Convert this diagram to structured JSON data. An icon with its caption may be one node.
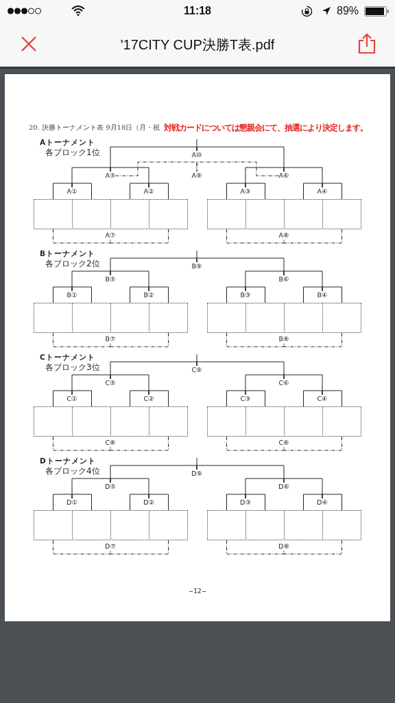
{
  "diagram": {
    "title": "'17CITY CUP決勝T表.pdf",
    "nodes": [
      {
        "text": [
          "A⑩"
        ]
      },
      {
        "text": [
          "A⑤"
        ]
      },
      {
        "text": [
          "A⑨"
        ]
      },
      {
        "text": [
          "A⑥"
        ]
      },
      {
        "text": [
          "A①"
        ]
      },
      {
        "text": [
          "A②"
        ]
      },
      {
        "text": [
          "A③"
        ]
      },
      {
        "text": [
          "A④"
        ]
      },
      {
        "text": [],
        "shape": "box"
      },
      {
        "text": [],
        "shape": "box"
      },
      {
        "text": [],
        "shape": "box"
      },
      {
        "text": [],
        "shape": "box"
      },
      {
        "text": [],
        "shape": "box"
      },
      {
        "text": [],
        "shape": "box"
      },
      {
        "text": [],
        "shape": "box"
      },
      {
        "text": [],
        "shape": "box"
      },
      {
        "text": [
          "A⑦"
        ]
      },
      {
        "text": [
          "A⑧"
        ]
      },
      {
        "text": [
          "B⑨"
        ]
      },
      {
        "text": [
          "B⑤"
        ]
      },
      {
        "text": [
          "B⑥"
        ]
      },
      {
        "text": [
          "B①"
        ]
      },
      {
        "text": [
          "B②"
        ]
      },
      {
        "text": [
          "B③"
        ]
      },
      {
        "text": [
          "B④"
        ]
      },
      {
        "text": [],
        "shape": "box"
      },
      {
        "text": [],
        "shape": "box"
      },
      {
        "text": [],
        "shape": "box"
      },
      {
        "text": [],
        "shape": "box"
      },
      {
        "text": [],
        "shape": "box"
      },
      {
        "text": [],
        "shape": "box"
      },
      {
        "text": [],
        "shape": "box"
      },
      {
        "text": [],
        "shape": "box"
      },
      {
        "text": [
          "B⑦"
        ]
      },
      {
        "text": [
          "B⑧"
        ]
      },
      {
        "text": [
          "C⑨"
        ]
      },
      {
        "text": [
          "C⑤"
        ]
      },
      {
        "text": [
          "C⑥"
        ]
      },
      {
        "text": [
          "C①"
        ]
      },
      {
        "text": [
          "C②"
        ]
      },
      {
        "text": [
          "C③"
        ]
      },
      {
        "text": [
          "C④"
        ]
      },
      {
        "text": [],
        "shape": "box"
      },
      {
        "text": [],
        "shape": "box"
      },
      {
        "text": [],
        "shape": "box"
      },
      {
        "text": [],
        "shape": "box"
      },
      {
        "text": [],
        "shape": "box"
      },
      {
        "text": [],
        "shape": "box"
      },
      {
        "text": [],
        "shape": "box"
      },
      {
        "text": [],
        "shape": "box"
      },
      {
        "text": [
          "C⑧"
        ]
      },
      {
        "text": [
          "C⑧"
        ]
      },
      {
        "text": [
          "D⑨"
        ]
      },
      {
        "text": [
          "D⑤"
        ]
      },
      {
        "text": [
          "D⑥"
        ]
      },
      {
        "text": [
          "D①"
        ]
      },
      {
        "text": [
          "D②"
        ]
      },
      {
        "text": [
          "D③"
        ]
      },
      {
        "text": [
          "D④"
        ]
      },
      {
        "text": [],
        "shape": "box"
      },
      {
        "text": [],
        "shape": "box"
      },
      {
        "text": [],
        "shape": "box"
      },
      {
        "text": [],
        "shape": "box"
      },
      {
        "text": [],
        "shape": "box"
      },
      {
        "text": [],
        "shape": "box"
      },
      {
        "text": [],
        "shape": "box"
      },
      {
        "text": [],
        "shape": "box"
      },
      {
        "text": [
          "D⑦"
        ]
      },
      {
        "text": [
          "D⑧"
        ]
      }
    ],
    "edges": [
      {
        "from": 0,
        "to": null,
        "arrow": "none"
      },
      {
        "from": 8,
        "to": 4,
        "arrow": "none"
      },
      {
        "from": 9,
        "to": 4,
        "arrow": "none"
      },
      {
        "from": 10,
        "to": 5,
        "arrow": "none"
      },
      {
        "from": 11,
        "to": 5,
        "arrow": "none"
      },
      {
        "from": 12,
        "to": 6,
        "arrow": "none"
      },
      {
        "from": 13,
        "to": 6,
        "arrow": "none"
      },
      {
        "from": 14,
        "to": 7,
        "arrow": "none"
      },
      {
        "from": 15,
        "to": 7,
        "arrow": "none"
      },
      {
        "from": 4,
        "to": 1,
        "arrow": "none"
      },
      {
        "from": 5,
        "to": 1,
        "arrow": "none"
      },
      {
        "from": 6,
        "to": 3,
        "arrow": "none"
      },
      {
        "from": 7,
        "to": 3,
        "arrow": "none"
      },
      {
        "from": 1,
        "to": 0,
        "arrow": "none"
      },
      {
        "from": 3,
        "to": 0,
        "arrow": "none"
      },
      {
        "from": 1,
        "to": 2,
        "arrow": "none",
        "style": "dashed"
      },
      {
        "from": 3,
        "to": 2,
        "arrow": "none",
        "style": "dashed"
      },
      {
        "from": 8,
        "to": 16,
        "arrow": "none",
        "style": "dashed"
      },
      {
        "from": 11,
        "to": 16,
        "arrow": "none",
        "style": "dashed"
      },
      {
        "from": 12,
        "to": 17,
        "arrow": "none",
        "style": "dashed"
      },
      {
        "from": 15,
        "to": 17,
        "arrow": "none",
        "style": "dashed"
      },
      {
        "from": 18,
        "to": null,
        "arrow": "none"
      },
      {
        "from": 25,
        "to": 21,
        "arrow": "none"
      },
      {
        "from": 26,
        "to": 21,
        "arrow": "none"
      },
      {
        "from": 27,
        "to": 22,
        "arrow": "none"
      },
      {
        "from": 28,
        "to": 22,
        "arrow": "none"
      },
      {
        "from": 29,
        "to": 23,
        "arrow": "none"
      },
      {
        "from": 30,
        "to": 23,
        "arrow": "none"
      },
      {
        "from": 31,
        "to": 24,
        "arrow": "none"
      },
      {
        "from": 32,
        "to": 24,
        "arrow": "none"
      },
      {
        "from": 21,
        "to": 19,
        "arrow": "none"
      },
      {
        "from": 22,
        "to": 19,
        "arrow": "none"
      },
      {
        "from": 23,
        "to": 20,
        "arrow": "none"
      },
      {
        "from": 24,
        "to": 20,
        "arrow": "none"
      },
      {
        "from": 19,
        "to": 18,
        "arrow": "none"
      },
      {
        "from": 20,
        "to": 18,
        "arrow": "none"
      },
      {
        "from": 25,
        "to": 33,
        "arrow": "none",
        "style": "dashed"
      },
      {
        "from": 28,
        "to": 33,
        "arrow": "none",
        "style": "dashed"
      },
      {
        "from": 29,
        "to": 34,
        "arrow": "none",
        "style": "dashed"
      },
      {
        "from": 32,
        "to": 34,
        "arrow": "none",
        "style": "dashed"
      },
      {
        "from": 35,
        "to": null,
        "arrow": "none"
      },
      {
        "from": 42,
        "to": 38,
        "arrow": "none"
      },
      {
        "from": 43,
        "to": 38,
        "arrow": "none"
      },
      {
        "from": 44,
        "to": 39,
        "arrow": "none"
      },
      {
        "from": 45,
        "to": 39,
        "arrow": "none"
      },
      {
        "from": 46,
        "to": 40,
        "arrow": "none"
      },
      {
        "from": 47,
        "to": 40,
        "arrow": "none"
      },
      {
        "from": 48,
        "to": 41,
        "arrow": "none"
      },
      {
        "from": 49,
        "to": 41,
        "arrow": "none"
      },
      {
        "from": 38,
        "to": 36,
        "arrow": "none"
      },
      {
        "from": 39,
        "to": 36,
        "arrow": "none"
      },
      {
        "from": 40,
        "to": 37,
        "arrow": "none"
      },
      {
        "from": 41,
        "to": 37,
        "arrow": "none"
      },
      {
        "from": 36,
        "to": 35,
        "arrow": "none"
      },
      {
        "from": 37,
        "to": 35,
        "arrow": "none"
      },
      {
        "from": 42,
        "to": 50,
        "arrow": "none",
        "style": "dashed"
      },
      {
        "from": 45,
        "to": 50,
        "arrow": "none",
        "style": "dashed"
      },
      {
        "from": 46,
        "to": 51,
        "arrow": "none",
        "style": "dashed"
      },
      {
        "from": 49,
        "to": 51,
        "arrow": "none",
        "style": "dashed"
      },
      {
        "from": 52,
        "to": null,
        "arrow": "none"
      },
      {
        "from": 59,
        "to": 55,
        "arrow": "none"
      },
      {
        "from": 60,
        "to": 55,
        "arrow": "none"
      },
      {
        "from": 61,
        "to": 56,
        "arrow": "none"
      },
      {
        "from": 62,
        "to": 56,
        "arrow": "none"
      },
      {
        "from": 63,
        "to": 57,
        "arrow": "none"
      },
      {
        "from": 64,
        "to": 57,
        "arrow": "none"
      },
      {
        "from": 65,
        "to": 58,
        "arrow": "none"
      },
      {
        "from": 66,
        "to": 58,
        "arrow": "none"
      },
      {
        "from": 55,
        "to": 53,
        "arrow": "none"
      },
      {
        "from": 56,
        "to": 53,
        "arrow": "none"
      },
      {
        "from": 57,
        "to": 54,
        "arrow": "none"
      },
      {
        "from": 58,
        "to": 54,
        "arrow": "none"
      },
      {
        "from": 53,
        "to": 52,
        "arrow": "none"
      },
      {
        "from": 54,
        "to": 52,
        "arrow": "none"
      },
      {
        "from": 59,
        "to": 67,
        "arrow": "none",
        "style": "dashed"
      },
      {
        "from": 62,
        "to": 67,
        "arrow": "none",
        "style": "dashed"
      },
      {
        "from": 63,
        "to": 68,
        "arrow": "none",
        "style": "dashed"
      },
      {
        "from": 66,
        "to": 68,
        "arrow": "none",
        "style": "dashed"
      }
    ],
    "labels": [
      "11:18",
      "89%",
      "20. 決勝トーナメント表 9月18日（月・祝",
      "対戦カードについては懇親会にて、抽選により決定します。",
      "Aトーナメント",
      "各ブロック1位",
      "Bトーナメント",
      "各ブロック2位",
      "Cトーナメント",
      "各ブロック3位",
      "Dトーナメント",
      "各ブロック4位",
      "−12−"
    ]
  }
}
